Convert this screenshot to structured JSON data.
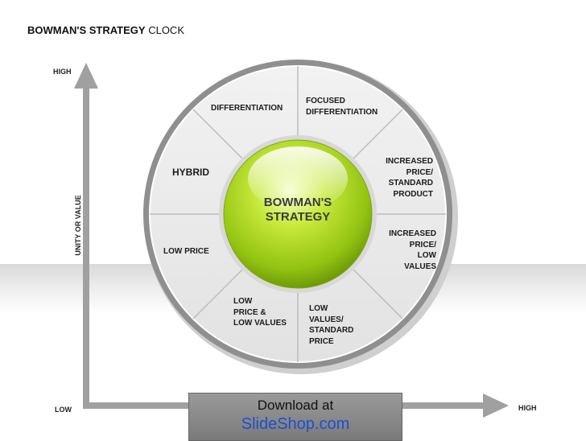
{
  "title": {
    "bold": "BOWMAN'S STRATEGY",
    "rest": "CLOCK"
  },
  "axes": {
    "y_high": "HIGH",
    "y_low": "LOW",
    "x_high": "HIGH",
    "y_label": "UNITY OR VALUE"
  },
  "center": {
    "label": "BOWMAN'S\nSTRATEGY"
  },
  "segments": [
    {
      "id": "differentiation",
      "text": "DIFFERENTIATION"
    },
    {
      "id": "focused-differentiation",
      "text": "FOCUSED\nDIFFERENTIATION"
    },
    {
      "id": "increased-price-standard-product",
      "text": "INCREASED\nPRICE/\nSTANDARD\nPRODUCT"
    },
    {
      "id": "increased-price-low-values",
      "text": "INCREASED\nPRICE/\nLOW\nVALUES"
    },
    {
      "id": "low-values-standard-price",
      "text": "LOW\nVALUES/\nSTANDARD\nPRICE"
    },
    {
      "id": "low-price-low-values",
      "text": "LOW\nPRICE &\nLOW VALUES"
    },
    {
      "id": "low-price",
      "text": "LOW PRICE"
    },
    {
      "id": "hybrid",
      "text": "HYBRID"
    }
  ],
  "banner": {
    "line1": "Download at",
    "line2": "SlideShop.com"
  },
  "colors": {
    "center_sphere": "#a6d21c",
    "ring_fill": "#e9e9e9",
    "ring_border": "#9a9a9a",
    "axis": "#a0a0a0",
    "banner_link": "#1a4fd1"
  }
}
